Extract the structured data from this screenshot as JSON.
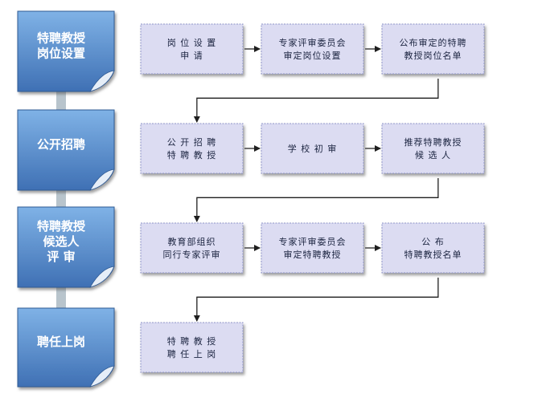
{
  "stages": [
    {
      "lines": [
        "特聘教授",
        "岗位设置"
      ],
      "steps": [
        [
          "岗 位 设 置",
          "申 请"
        ],
        [
          "专家评审委员会",
          "审定岗位设置"
        ],
        [
          "公布审定的特聘",
          "教授岗位名单"
        ]
      ]
    },
    {
      "lines": [
        "公开招聘"
      ],
      "steps": [
        [
          "公 开 招 聘",
          "特 聘 教 授"
        ],
        [
          "学 校 初 审"
        ],
        [
          "推荐特聘教授",
          "候 选 人"
        ]
      ]
    },
    {
      "lines": [
        "特聘教授",
        "候选人",
        "评    审"
      ],
      "steps": [
        [
          "教育部组织",
          "同行专家评审"
        ],
        [
          "专家评审委员会",
          "审定特聘教授"
        ],
        [
          "公    布",
          "特聘教授名单"
        ]
      ]
    },
    {
      "lines": [
        "聘任上岗"
      ],
      "steps": [
        [
          "特 聘 教 授",
          "聘 任 上 岗"
        ]
      ]
    }
  ],
  "colors": {
    "stage_top": "#7fb2e6",
    "stage_bottom": "#3f70b4",
    "box_fill": "#dcdcf2",
    "box_stroke": "#8e94c8",
    "connector": "#b8c4cc",
    "arrow": "#1f1f1f"
  }
}
